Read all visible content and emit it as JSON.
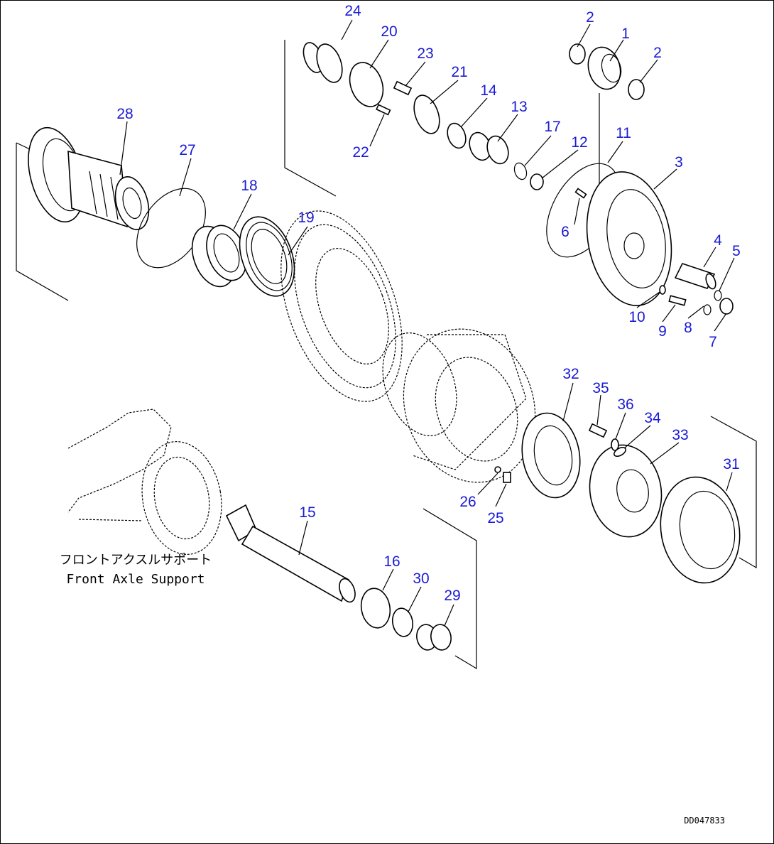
{
  "callouts": [
    {
      "id": "c1",
      "text": "1"
    },
    {
      "id": "c2a",
      "text": "2"
    },
    {
      "id": "c2b",
      "text": "2"
    },
    {
      "id": "c3",
      "text": "3"
    },
    {
      "id": "c4",
      "text": "4"
    },
    {
      "id": "c5",
      "text": "5"
    },
    {
      "id": "c6",
      "text": "6"
    },
    {
      "id": "c7",
      "text": "7"
    },
    {
      "id": "c8",
      "text": "8"
    },
    {
      "id": "c9",
      "text": "9"
    },
    {
      "id": "c10",
      "text": "10"
    },
    {
      "id": "c11",
      "text": "11"
    },
    {
      "id": "c12",
      "text": "12"
    },
    {
      "id": "c13",
      "text": "13"
    },
    {
      "id": "c14",
      "text": "14"
    },
    {
      "id": "c15",
      "text": "15"
    },
    {
      "id": "c16",
      "text": "16"
    },
    {
      "id": "c17",
      "text": "17"
    },
    {
      "id": "c18",
      "text": "18"
    },
    {
      "id": "c19",
      "text": "19"
    },
    {
      "id": "c20",
      "text": "20"
    },
    {
      "id": "c21",
      "text": "21"
    },
    {
      "id": "c22",
      "text": "22"
    },
    {
      "id": "c23",
      "text": "23"
    },
    {
      "id": "c24",
      "text": "24"
    },
    {
      "id": "c25",
      "text": "25"
    },
    {
      "id": "c26",
      "text": "26"
    },
    {
      "id": "c27",
      "text": "27"
    },
    {
      "id": "c28",
      "text": "28"
    },
    {
      "id": "c29",
      "text": "29"
    },
    {
      "id": "c30",
      "text": "30"
    },
    {
      "id": "c31",
      "text": "31"
    },
    {
      "id": "c32",
      "text": "32"
    },
    {
      "id": "c33",
      "text": "33"
    },
    {
      "id": "c34",
      "text": "34"
    },
    {
      "id": "c35",
      "text": "35"
    },
    {
      "id": "c36",
      "text": "36"
    }
  ],
  "caption": {
    "jp": "フロントアクスルサポート",
    "en": "Front Axle Support"
  },
  "drawing_code": "DD047833"
}
